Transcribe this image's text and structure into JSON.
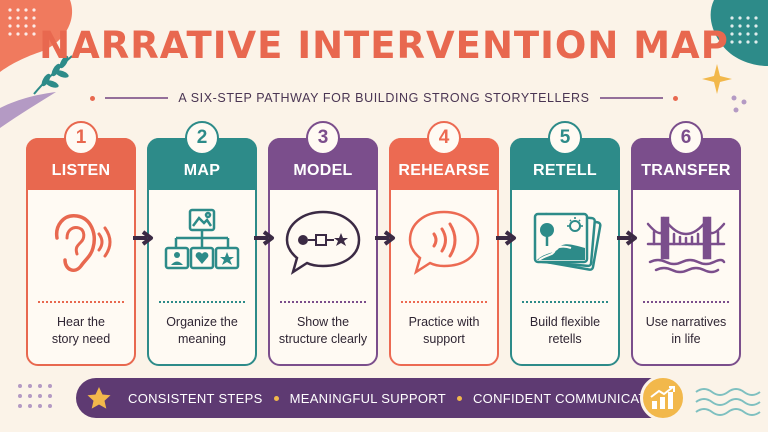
{
  "header": {
    "title": "NARRATIVE INTERVENTION MAP",
    "subtitle": "A SIX-STEP PATHWAY FOR BUILDING STRONG STORYTELLERS"
  },
  "steps": [
    {
      "number": "1",
      "label": "LISTEN",
      "desc_line1": "Hear the",
      "desc_line2": "story need",
      "color": "#e8684f",
      "icon": "ear-icon"
    },
    {
      "number": "2",
      "label": "MAP",
      "desc_line1": "Organize the",
      "desc_line2": "meaning",
      "color": "#2d8b89",
      "icon": "story-map-icon"
    },
    {
      "number": "3",
      "label": "MODEL",
      "desc_line1": "Show the",
      "desc_line2": "structure clearly",
      "color": "#7b4e8c",
      "icon": "speech-bubble-structure-icon"
    },
    {
      "number": "4",
      "label": "REHEARSE",
      "desc_line1": "Practice with",
      "desc_line2": "support",
      "color": "#ec6a52",
      "icon": "speech-bubble-sound-icon"
    },
    {
      "number": "5",
      "label": "RETELL",
      "desc_line1": "Build flexible",
      "desc_line2": "retells",
      "color": "#2d8b89",
      "icon": "picture-cards-icon"
    },
    {
      "number": "6",
      "label": "TRANSFER",
      "desc_line1": "Use narratives",
      "desc_line2": "in life",
      "color": "#7b4e8c",
      "icon": "bridge-icon"
    }
  ],
  "banner": {
    "item1": "CONSISTENT STEPS",
    "item2": "MEANINGFUL SUPPORT",
    "item3": "CONFIDENT COMMUNICATORS"
  },
  "colors": {
    "coral": "#e8684f",
    "teal": "#2d8b89",
    "purple": "#7b4e8c",
    "gold": "#f2b84b",
    "cream": "#fbf3e8"
  }
}
